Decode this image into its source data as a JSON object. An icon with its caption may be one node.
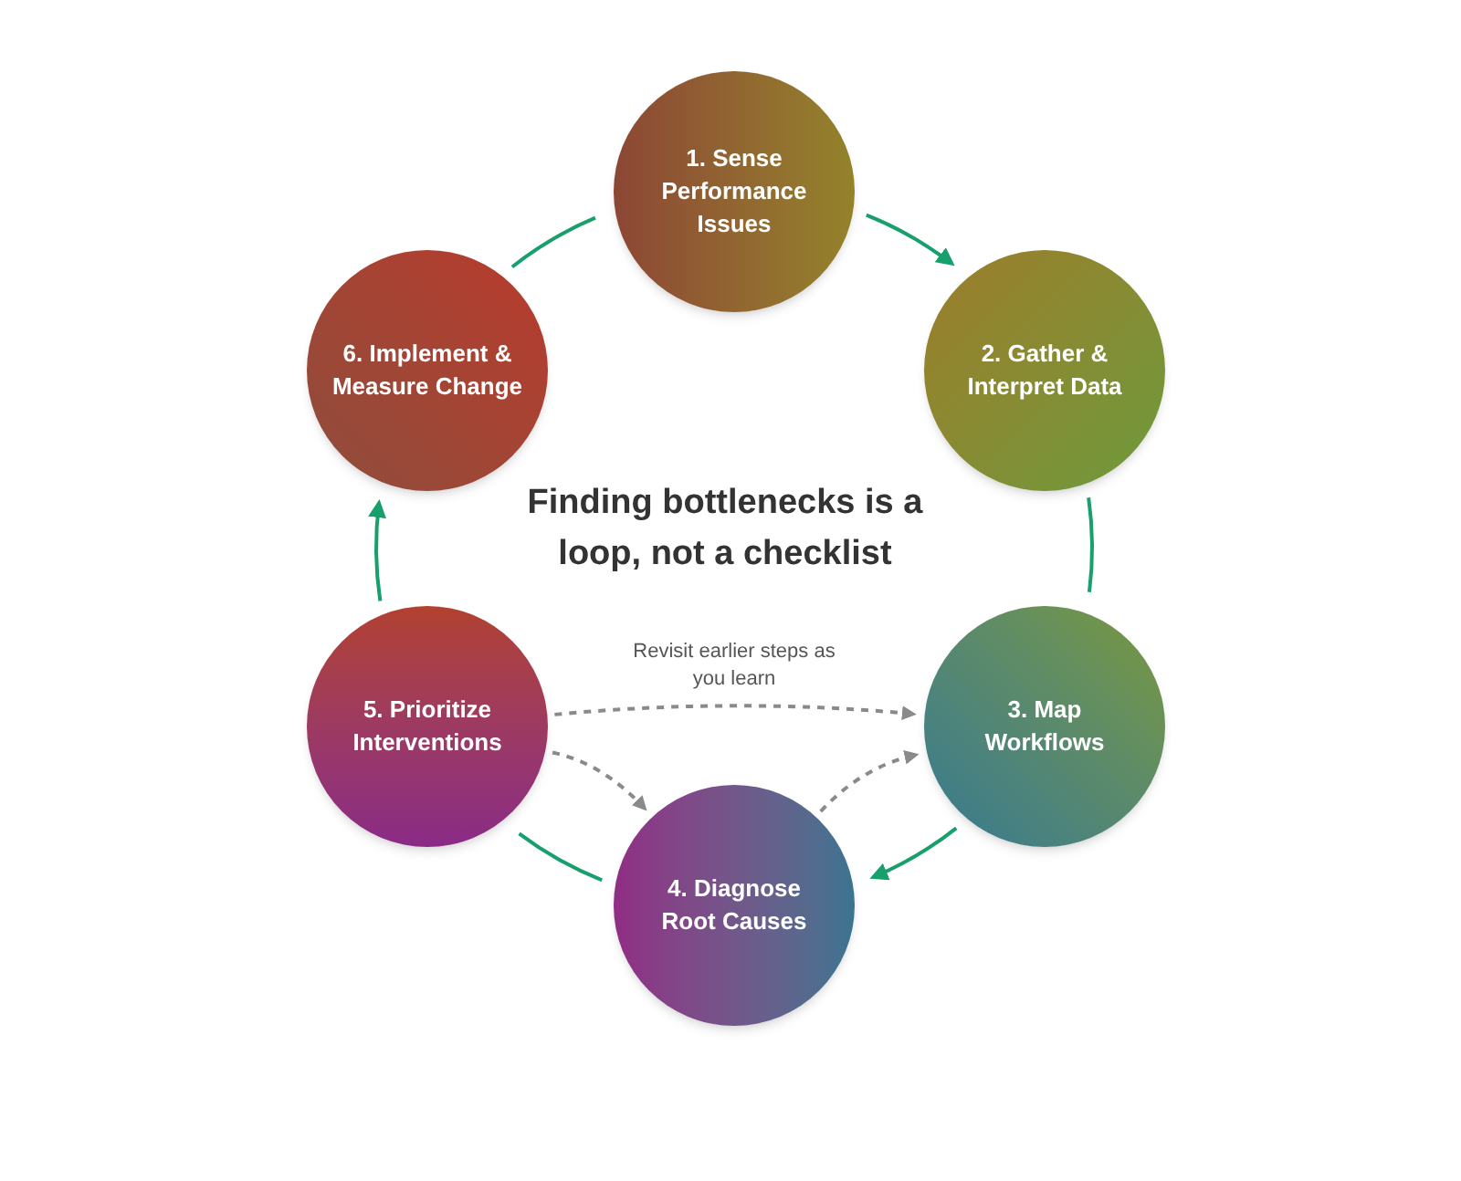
{
  "diagram": {
    "title": "Finding bottlenecks is a loop, not a checklist",
    "nodes": [
      {
        "text": [
          "1. Sense Performance Issues"
        ]
      },
      {
        "text": [
          "2. Gather & Interpret Data"
        ]
      },
      {
        "text": [
          "3. Map Workflows"
        ]
      },
      {
        "text": [
          "4. Diagnose Root Causes"
        ]
      },
      {
        "text": [
          "5. Prioritize Interventions"
        ]
      },
      {
        "text": [
          "6. Implement & Measure Change"
        ]
      }
    ],
    "edges": [
      {
        "from": 0,
        "to": 1,
        "arrow": "to"
      },
      {
        "from": 1,
        "to": 2,
        "arrow": "none"
      },
      {
        "from": 2,
        "to": 3,
        "arrow": "to"
      },
      {
        "from": 3,
        "to": 4,
        "arrow": "none"
      },
      {
        "from": 4,
        "to": 5,
        "arrow": "to"
      },
      {
        "from": 5,
        "to": 0,
        "arrow": "none"
      },
      {
        "from": 4,
        "to": 2,
        "arrow": "to",
        "style": "dashed",
        "color": "#8a8a8a"
      },
      {
        "from": 4,
        "to": 3,
        "arrow": "to",
        "style": "dashed",
        "color": "#8a8a8a"
      },
      {
        "from": 3,
        "to": 2,
        "arrow": "to",
        "style": "dashed",
        "color": "#8a8a8a"
      }
    ],
    "labels": [
      "Revisit earlier steps as you learn"
    ]
  }
}
